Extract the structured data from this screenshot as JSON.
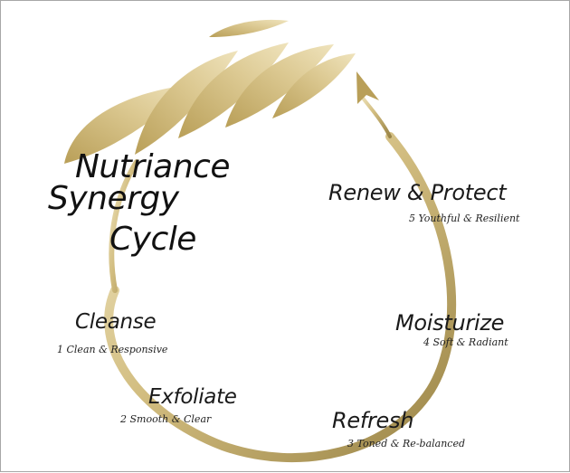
{
  "title": {
    "line1": "Nutriance",
    "line2": "Synergy",
    "line3": "Cycle"
  },
  "stages": {
    "cleanse": {
      "name": "Cleanse",
      "desc": "1 Clean & Responsive"
    },
    "exfoliate": {
      "name": "Exfoliate",
      "desc": "2 Smooth & Clear"
    },
    "refresh": {
      "name": "Refresh",
      "desc": "3 Toned & Re-balanced"
    },
    "moisturize": {
      "name": "Moisturize",
      "desc": "4 Soft & Radiant"
    },
    "renew": {
      "name": "Renew  & Protect",
      "desc": "5 Youthful & Resilient"
    }
  },
  "colors": {
    "gold_light": "#eee2b6",
    "gold_mid": "#c8b06f",
    "gold_dark": "#8e7a3e",
    "border": "#a7a7a7"
  }
}
